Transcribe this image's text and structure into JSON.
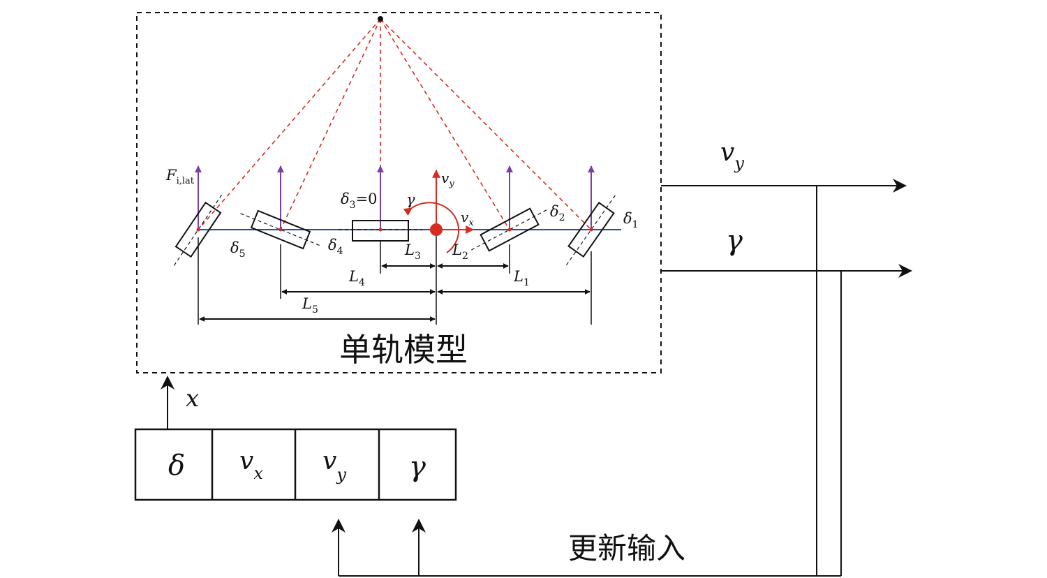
{
  "model_title": "单轨模型",
  "feedback_label": "更新输入",
  "input_label": "x",
  "outputs": {
    "lateral_velocity": "v",
    "lateral_velocity_sub": "y",
    "yaw_rate": "γ"
  },
  "state_vector": [
    {
      "main": "δ",
      "sub": ""
    },
    {
      "main": "v",
      "sub": "x"
    },
    {
      "main": "v",
      "sub": "y"
    },
    {
      "main": "γ",
      "sub": ""
    }
  ],
  "force_label": {
    "main": "F",
    "sub": "i,lat"
  },
  "steer_angles": {
    "d1": {
      "main": "δ",
      "sub": "1"
    },
    "d2": {
      "main": "δ",
      "sub": "2"
    },
    "d3": {
      "main": "δ",
      "sub": "3",
      "suffix": "=0"
    },
    "d4": {
      "main": "δ",
      "sub": "4"
    },
    "d5": {
      "main": "δ",
      "sub": "5"
    }
  },
  "distances": {
    "L1": {
      "main": "L",
      "sub": "1"
    },
    "L2": {
      "main": "L",
      "sub": "2"
    },
    "L3": {
      "main": "L",
      "sub": "3"
    },
    "L4": {
      "main": "L",
      "sub": "4"
    },
    "L5": {
      "main": "L",
      "sub": "5"
    }
  },
  "cg_labels": {
    "vy": {
      "main": "v",
      "sub": "y"
    },
    "vx": {
      "main": "v",
      "sub": "x"
    },
    "gamma": "γ"
  },
  "colors": {
    "axis": "#2b4aa8",
    "force": "#7a3ea8",
    "geometry": "#d62b1f",
    "line": "#111111"
  }
}
